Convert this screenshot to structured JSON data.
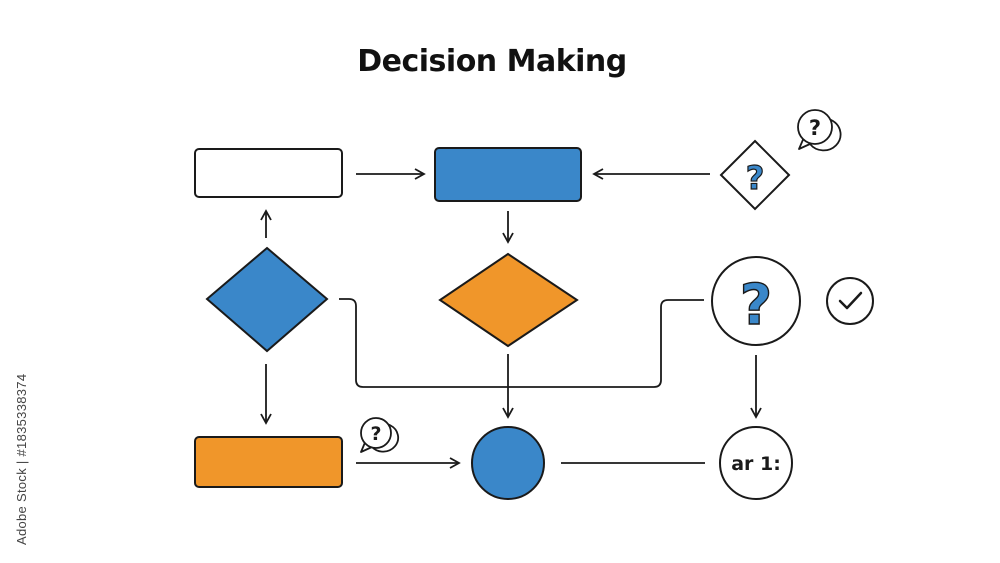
{
  "title": "Decision Making",
  "credit": "Adobe Stock | #1835338374",
  "end_label": "ar 1:",
  "question_mark": "?",
  "colors": {
    "blue": "#3a87c9",
    "orange": "#f0962a",
    "stroke": "#1a1a1a",
    "background": "#ffffff"
  },
  "icons": [
    "question-bubble-icon",
    "question-diamond-icon",
    "question-circle-icon",
    "check-circle-icon"
  ]
}
